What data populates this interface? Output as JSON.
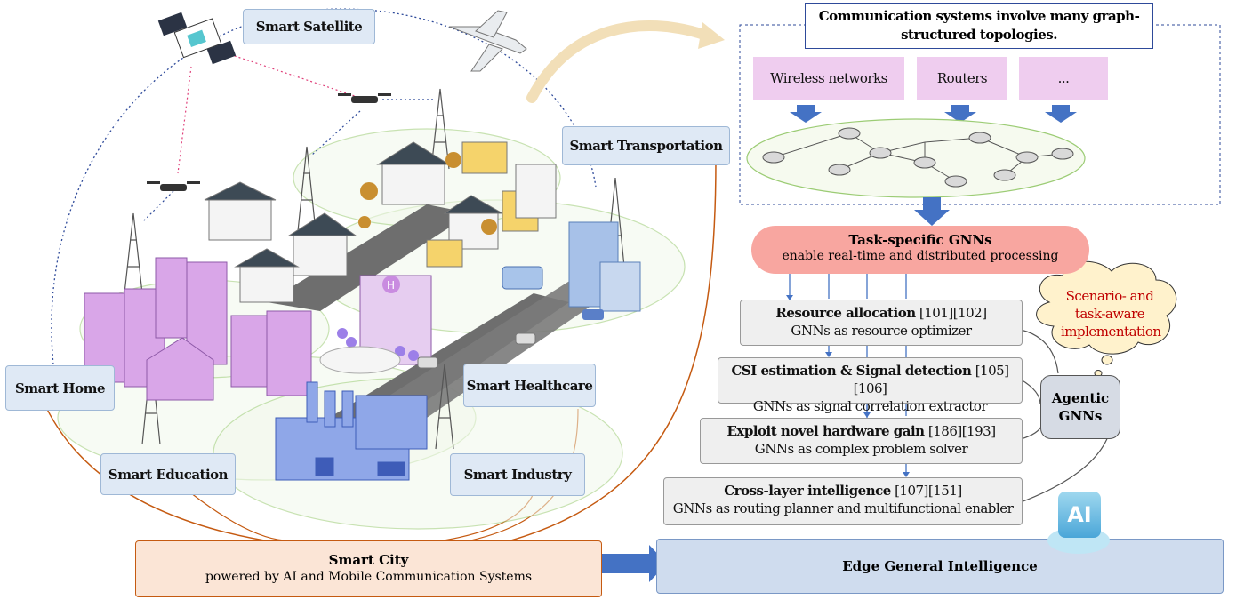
{
  "labels": {
    "satellite": "Smart Satellite",
    "transportation": "Smart Transportation",
    "home": "Smart Home",
    "healthcare": "Smart Healthcare",
    "education": "Smart Education",
    "industry": "Smart Industry"
  },
  "smart_city": {
    "title": "Smart City",
    "subtitle": "powered by AI and Mobile Communication Systems"
  },
  "comm": {
    "title": "Communication systems involve many graph-structured topologies.",
    "boxes": [
      "Wireless networks",
      "Routers",
      "..."
    ]
  },
  "task_gnns": {
    "title": "Task-specific GNNs",
    "subtitle": "enable real-time and distributed processing"
  },
  "tasks": [
    {
      "title": "Resource allocation",
      "cite": "[101][102]",
      "desc": "GNNs as resource optimizer"
    },
    {
      "title": "CSI estimation & Signal detection",
      "cite": "[105][106]",
      "desc": "GNNs as signal correlation extractor"
    },
    {
      "title": "Exploit novel hardware gain",
      "cite": "[186][193]",
      "desc": "GNNs as complex problem solver"
    },
    {
      "title": "Cross-layer intelligence",
      "cite": "[107][151]",
      "desc": "GNNs as routing planner and multifunctional enabler"
    }
  ],
  "agentic": "Agentic GNNs",
  "thought": "Scenario- and task-aware implementation",
  "edge": "Edge General Intelligence",
  "ai_logo_text": "AI",
  "colors": {
    "label_fill": "#dfe9f5",
    "pink": "#efcdef",
    "salmon": "#f8a6a0",
    "arrow_blue": "#4472c4",
    "edge_fill": "#cfdcee",
    "city_fill": "#fbe5d6",
    "orange_line": "#c55a11",
    "thought_fill": "#fff2cc",
    "thought_text": "#c00000",
    "building_purple": "#d9a6e8",
    "green_zone": "#f2f8ec"
  }
}
